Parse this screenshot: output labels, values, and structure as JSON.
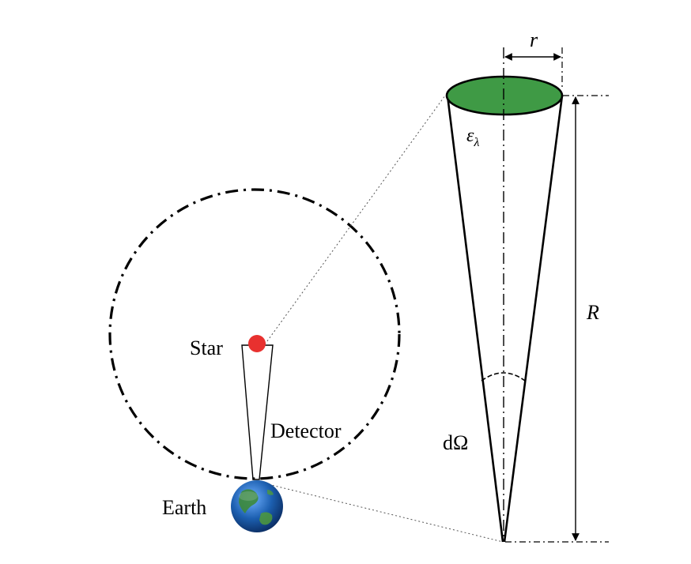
{
  "labels": {
    "star": "Star",
    "detector": "Detector",
    "earth": "Earth",
    "solid_angle": "dΩ",
    "emissivity": "ελ",
    "radius_r": "r",
    "height_R": "R"
  },
  "colors": {
    "star": "#e8312f",
    "aperture": "#3f9a45",
    "earth_ocean": "#1c5fb0",
    "earth_land": "#3d8a3a",
    "line": "#000000"
  },
  "icons": {
    "earth": "earth-globe-icon",
    "star": "star-dot-icon"
  }
}
